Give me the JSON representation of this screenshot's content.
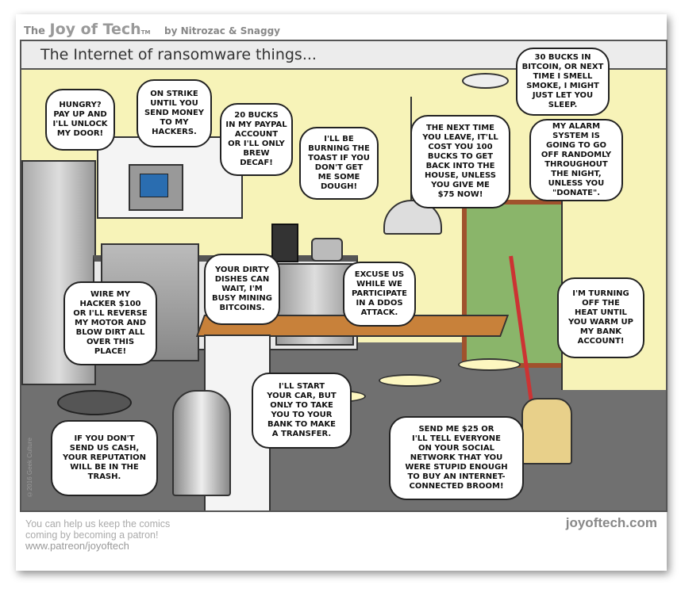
{
  "header": {
    "the": "The",
    "brand": "Joy of Tech",
    "tm": "TM",
    "byline": "by Nitrozac & Snaggy"
  },
  "panel": {
    "title": "The Internet of ransomware things...",
    "copyright": "©2016 Geek Culture"
  },
  "bubbles": [
    {
      "id": "door",
      "text": "HUNGRY?\nPAY UP AND\nI'LL UNLOCK\nMY DOOR!"
    },
    {
      "id": "microwave",
      "text": "ON STRIKE\nUNTIL YOU\nSEND MONEY\nTO MY\nHACKERS."
    },
    {
      "id": "coffee",
      "text": "20 BUCKS\nIN MY PAYPAL\nACCOUNT\nOR I'LL ONLY\nBREW\nDECAF!"
    },
    {
      "id": "toaster",
      "text": "I'LL BE\nBURNING THE\nTOAST IF YOU\nDON'T GET\nME SOME\nDOUGH!"
    },
    {
      "id": "lock",
      "text": "THE NEXT TIME\nYOU LEAVE, IT'LL\nCOST YOU 100\nBUCKS TO GET\nBACK INTO THE\nHOUSE, UNLESS\nYOU GIVE ME\n$75 NOW!"
    },
    {
      "id": "smoke",
      "text": "30 BUCKS IN\nBITCOIN, OR NEXT\nTIME I SMELL\nSMOKE, I MIGHT\nJUST LET YOU\nSLEEP."
    },
    {
      "id": "alarm",
      "text": "MY ALARM\nSYSTEM IS\nGOING TO GO\nOFF RANDOMLY\nTHROUGHOUT\nTHE NIGHT,\nUNLESS YOU\n\"DONATE\"."
    },
    {
      "id": "dishwasher",
      "text": "YOUR DIRTY\nDISHES CAN\nWAIT, I'M\nBUSY MINING\nBITCOINS."
    },
    {
      "id": "camera",
      "text": "EXCUSE US\nWHILE WE\nPARTICIPATE\nIN A DDOS\nATTACK."
    },
    {
      "id": "roomba",
      "text": "WIRE MY\nHACKER $100\nOR I'LL REVERSE\nMY MOTOR AND\nBLOW DIRT ALL\nOVER THIS\nPLACE!"
    },
    {
      "id": "thermostat",
      "text": "I'M TURNING\nOFF THE\nHEAT UNTIL\nYOU WARM UP\nMY BANK\nACCOUNT!"
    },
    {
      "id": "car",
      "text": "I'LL START\nYOUR CAR, BUT\nONLY TO TAKE\nYOU TO YOUR\nBANK TO MAKE\nA TRANSFER."
    },
    {
      "id": "trash",
      "text": "IF YOU DON'T\nSEND US CASH,\nYOUR REPUTATION\nWILL BE IN THE\nTRASH."
    },
    {
      "id": "broom",
      "text": "SEND ME $25 OR\nI'LL TELL EVERYONE\nON YOUR SOCIAL\nNETWORK THAT YOU\nWERE STUPID ENOUGH\nTO BUY AN INTERNET-\nCONNECTED BROOM!"
    }
  ],
  "footer": {
    "line1": "You can help us keep the comics",
    "line2": "coming by becoming a patron!",
    "url": "www.patreon/joyoftech",
    "site": "joyoftech.com"
  }
}
